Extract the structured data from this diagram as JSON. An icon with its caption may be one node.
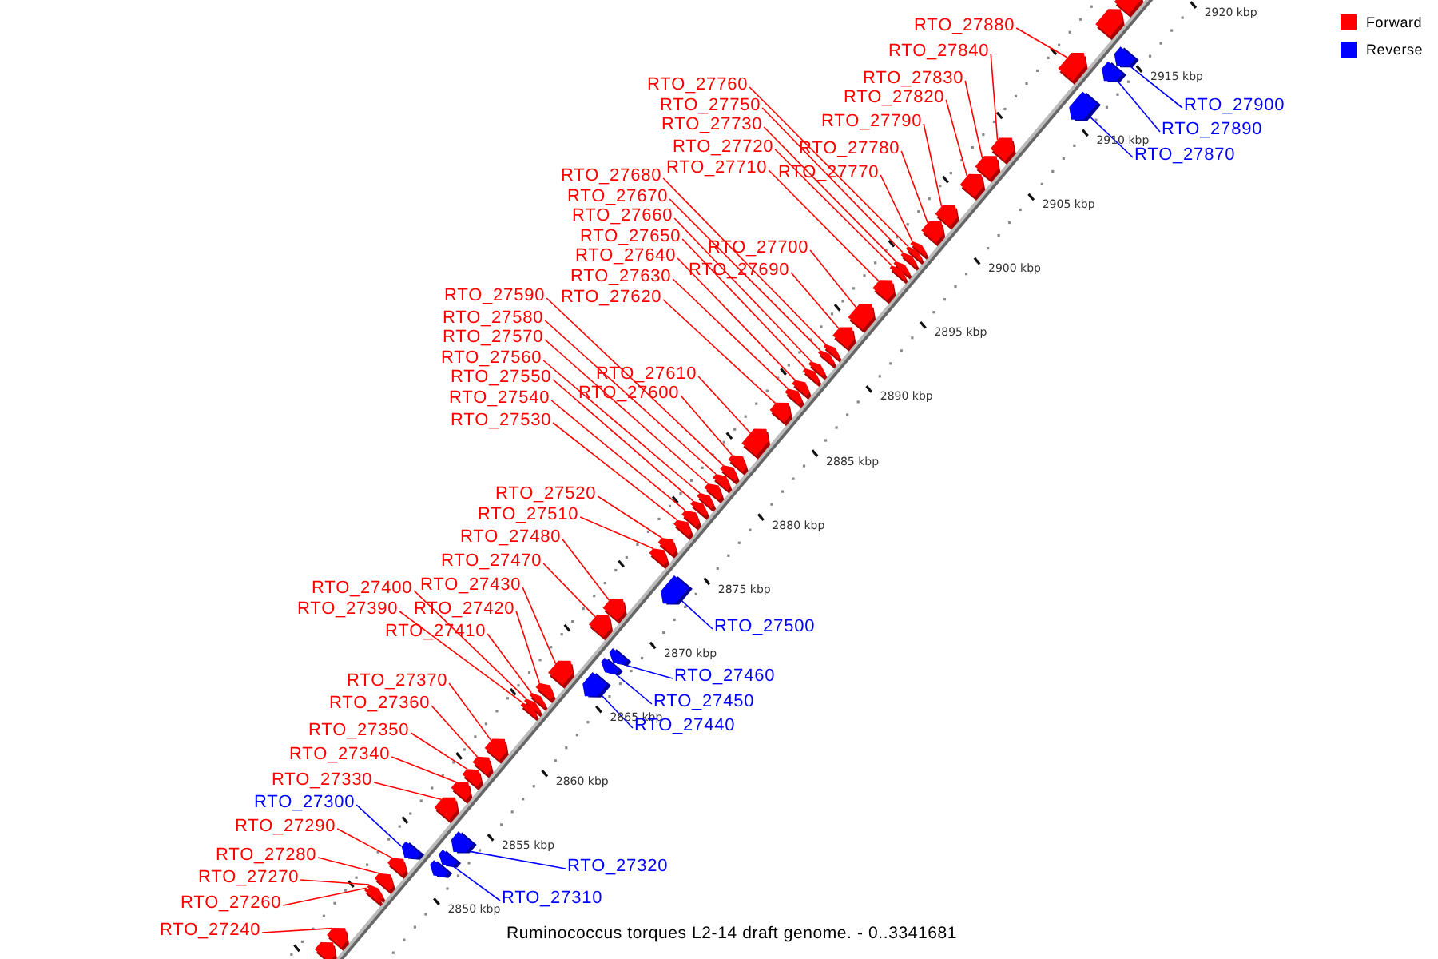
{
  "diagram": {
    "caption": "Ruminococcus torques L2-14 draft genome. - 0..3341681",
    "nodes": [
      {
        "text": [
          "RTO_27880"
        ]
      },
      {
        "text": [
          "RTO_27840"
        ]
      },
      {
        "text": [
          "RTO_27830"
        ]
      },
      {
        "text": [
          "RTO_27760"
        ]
      },
      {
        "text": [
          "RTO_27820"
        ]
      },
      {
        "text": [
          "RTO_27900"
        ]
      },
      {
        "text": [
          "RTO_27750"
        ]
      },
      {
        "text": [
          "RTO_27790"
        ]
      },
      {
        "text": [
          "RTO_27730"
        ]
      },
      {
        "text": [
          "RTO_27890"
        ]
      },
      {
        "text": [
          "RTO_27720"
        ]
      },
      {
        "text": [
          "RTO_27780"
        ]
      },
      {
        "text": [
          "RTO_27870"
        ]
      },
      {
        "text": [
          "RTO_27710"
        ]
      },
      {
        "text": [
          "RTO_27770"
        ]
      },
      {
        "text": [
          "RTO_27680"
        ]
      },
      {
        "text": [
          "RTO_27670"
        ]
      },
      {
        "text": [
          "RTO_27660"
        ]
      },
      {
        "text": [
          "RTO_27650"
        ]
      },
      {
        "text": [
          "RTO_27700"
        ]
      },
      {
        "text": [
          "RTO_27640"
        ]
      },
      {
        "text": [
          "RTO_27690"
        ]
      },
      {
        "text": [
          "RTO_27630"
        ]
      },
      {
        "text": [
          "RTO_27590"
        ]
      },
      {
        "text": [
          "RTO_27620"
        ]
      },
      {
        "text": [
          "RTO_27580"
        ]
      },
      {
        "text": [
          "RTO_27570"
        ]
      },
      {
        "text": [
          "RTO_27560"
        ]
      },
      {
        "text": [
          "RTO_27610"
        ]
      },
      {
        "text": [
          "RTO_27550"
        ]
      },
      {
        "text": [
          "RTO_27600"
        ]
      },
      {
        "text": [
          "RTO_27540"
        ]
      },
      {
        "text": [
          "RTO_27530"
        ]
      },
      {
        "text": [
          "RTO_27520"
        ]
      },
      {
        "text": [
          "RTO_27510"
        ]
      },
      {
        "text": [
          "RTO_27480"
        ]
      },
      {
        "text": [
          "RTO_27470"
        ]
      },
      {
        "text": [
          "RTO_27430"
        ]
      },
      {
        "text": [
          "RTO_27400"
        ]
      },
      {
        "text": [
          "RTO_27390"
        ]
      },
      {
        "text": [
          "RTO_27420"
        ]
      },
      {
        "text": [
          "RTO_27500"
        ]
      },
      {
        "text": [
          "RTO_27410"
        ]
      },
      {
        "text": [
          "RTO_27460"
        ]
      },
      {
        "text": [
          "RTO_27370"
        ]
      },
      {
        "text": [
          "RTO_27450"
        ]
      },
      {
        "text": [
          "RTO_27360"
        ]
      },
      {
        "text": [
          "RTO_27440"
        ]
      },
      {
        "text": [
          "RTO_27350"
        ]
      },
      {
        "text": [
          "RTO_27340"
        ]
      },
      {
        "text": [
          "RTO_27330"
        ]
      },
      {
        "text": [
          "RTO_27300"
        ]
      },
      {
        "text": [
          "RTO_27290"
        ]
      },
      {
        "text": [
          "RTO_27280"
        ]
      },
      {
        "text": [
          "RTO_27270"
        ]
      },
      {
        "text": [
          "RTO_27320"
        ]
      },
      {
        "text": [
          "RTO_27310"
        ]
      },
      {
        "text": [
          "RTO_27260"
        ]
      },
      {
        "text": [
          "RTO_27240"
        ]
      },
      {
        "text": [],
        "shape": "arrow"
      },
      {
        "text": [],
        "shape": "arrow"
      },
      {
        "text": [],
        "shape": "arrow"
      },
      {
        "text": [],
        "shape": "arrow"
      },
      {
        "text": [],
        "shape": "arrow"
      },
      {
        "text": [],
        "shape": "arrow"
      },
      {
        "text": [],
        "shape": "arrow"
      },
      {
        "text": [],
        "shape": "arrow"
      },
      {
        "text": [],
        "shape": "arrow"
      },
      {
        "text": [],
        "shape": "arrow"
      },
      {
        "text": [],
        "shape": "arrow"
      },
      {
        "text": [],
        "shape": "arrow"
      },
      {
        "text": [],
        "shape": "arrow"
      },
      {
        "text": [],
        "shape": "arrow"
      },
      {
        "text": [],
        "shape": "arrow"
      },
      {
        "text": [],
        "shape": "arrow"
      },
      {
        "text": [],
        "shape": "arrow"
      },
      {
        "text": [],
        "shape": "arrow"
      },
      {
        "text": [],
        "shape": "arrow"
      },
      {
        "text": [],
        "shape": "arrow"
      },
      {
        "text": [],
        "shape": "arrow"
      },
      {
        "text": [],
        "shape": "arrow"
      },
      {
        "text": [],
        "shape": "arrow"
      },
      {
        "text": [],
        "shape": "arrow"
      },
      {
        "text": [],
        "shape": "arrow"
      },
      {
        "text": [],
        "shape": "arrow"
      },
      {
        "text": [],
        "shape": "arrow"
      },
      {
        "text": [],
        "shape": "arrow"
      },
      {
        "text": [],
        "shape": "arrow"
      },
      {
        "text": [],
        "shape": "arrow"
      },
      {
        "text": [],
        "shape": "arrow"
      },
      {
        "text": [],
        "shape": "arrow"
      },
      {
        "text": [],
        "shape": "arrow"
      },
      {
        "text": [],
        "shape": "arrow"
      },
      {
        "text": [],
        "shape": "arrow"
      },
      {
        "text": [],
        "shape": "arrow"
      },
      {
        "text": [],
        "shape": "arrow"
      },
      {
        "text": [],
        "shape": "arrow"
      },
      {
        "text": [],
        "shape": "arrow"
      },
      {
        "text": [],
        "shape": "arrow"
      },
      {
        "text": [],
        "shape": "arrow"
      },
      {
        "text": [],
        "shape": "arrow"
      },
      {
        "text": [],
        "shape": "arrow"
      },
      {
        "text": [],
        "shape": "arrow"
      },
      {
        "text": [],
        "shape": "arrow"
      },
      {
        "text": [],
        "shape": "arrow"
      },
      {
        "text": [],
        "shape": "arrow"
      },
      {
        "text": [],
        "shape": "arrow"
      },
      {
        "text": [],
        "shape": "arrow"
      },
      {
        "text": [],
        "shape": "arrow"
      },
      {
        "text": [],
        "shape": "arrow"
      },
      {
        "text": [],
        "shape": "arrow"
      },
      {
        "text": [],
        "shape": "arrow"
      },
      {
        "text": [],
        "shape": "arrow"
      },
      {
        "text": [],
        "shape": "arrow"
      },
      {
        "text": [],
        "shape": "arrow"
      },
      {
        "text": [],
        "shape": "arrow"
      },
      {
        "text": [],
        "shape": "arrow"
      },
      {
        "text": [],
        "shape": "arrow"
      },
      {
        "text": [],
        "shape": "arrow"
      },
      {
        "text": [],
        "shape": "arrow"
      },
      {
        "text": [],
        "shape": "arrow"
      },
      {
        "text": [],
        "shape": "arrow"
      }
    ],
    "edges": [
      {
        "from": 0,
        "to": 59,
        "arrow": "none"
      },
      {
        "from": 1,
        "to": 60,
        "arrow": "none"
      },
      {
        "from": 2,
        "to": 61,
        "arrow": "none"
      },
      {
        "from": 3,
        "to": 62,
        "arrow": "none"
      },
      {
        "from": 4,
        "to": 63,
        "arrow": "none"
      },
      {
        "from": 5,
        "to": 64,
        "arrow": "none",
        "color": "#0000ff"
      },
      {
        "from": 6,
        "to": 65,
        "arrow": "none"
      },
      {
        "from": 7,
        "to": 66,
        "arrow": "none"
      },
      {
        "from": 8,
        "to": 67,
        "arrow": "none"
      },
      {
        "from": 9,
        "to": 68,
        "arrow": "none",
        "color": "#0000ff"
      },
      {
        "from": 10,
        "to": 69,
        "arrow": "none"
      },
      {
        "from": 11,
        "to": 70,
        "arrow": "none"
      },
      {
        "from": 12,
        "to": 71,
        "arrow": "none",
        "color": "#0000ff"
      },
      {
        "from": 13,
        "to": 72,
        "arrow": "none"
      },
      {
        "from": 14,
        "to": 73,
        "arrow": "none"
      },
      {
        "from": 15,
        "to": 74,
        "arrow": "none"
      },
      {
        "from": 16,
        "to": 75,
        "arrow": "none"
      },
      {
        "from": 17,
        "to": 76,
        "arrow": "none"
      },
      {
        "from": 18,
        "to": 77,
        "arrow": "none"
      },
      {
        "from": 19,
        "to": 78,
        "arrow": "none"
      },
      {
        "from": 20,
        "to": 79,
        "arrow": "none"
      },
      {
        "from": 21,
        "to": 80,
        "arrow": "none"
      },
      {
        "from": 22,
        "to": 81,
        "arrow": "none"
      },
      {
        "from": 23,
        "to": 82,
        "arrow": "none"
      },
      {
        "from": 24,
        "to": 83,
        "arrow": "none"
      },
      {
        "from": 25,
        "to": 84,
        "arrow": "none"
      },
      {
        "from": 26,
        "to": 85,
        "arrow": "none"
      },
      {
        "from": 27,
        "to": 86,
        "arrow": "none"
      },
      {
        "from": 28,
        "to": 87,
        "arrow": "none"
      },
      {
        "from": 29,
        "to": 88,
        "arrow": "none"
      },
      {
        "from": 30,
        "to": 89,
        "arrow": "none"
      },
      {
        "from": 31,
        "to": 90,
        "arrow": "none"
      },
      {
        "from": 32,
        "to": 91,
        "arrow": "none"
      },
      {
        "from": 33,
        "to": 92,
        "arrow": "none"
      },
      {
        "from": 34,
        "to": 93,
        "arrow": "none"
      },
      {
        "from": 35,
        "to": 94,
        "arrow": "none"
      },
      {
        "from": 36,
        "to": 95,
        "arrow": "none"
      },
      {
        "from": 37,
        "to": 96,
        "arrow": "none"
      },
      {
        "from": 38,
        "to": 97,
        "arrow": "none"
      },
      {
        "from": 39,
        "to": 98,
        "arrow": "none"
      },
      {
        "from": 40,
        "to": 99,
        "arrow": "none"
      },
      {
        "from": 41,
        "to": 100,
        "arrow": "none",
        "color": "#0000ff"
      },
      {
        "from": 42,
        "to": 101,
        "arrow": "none"
      },
      {
        "from": 43,
        "to": 102,
        "arrow": "none",
        "color": "#0000ff"
      },
      {
        "from": 44,
        "to": 103,
        "arrow": "none"
      },
      {
        "from": 45,
        "to": 104,
        "arrow": "none",
        "color": "#0000ff"
      },
      {
        "from": 46,
        "to": 105,
        "arrow": "none"
      },
      {
        "from": 47,
        "to": 106,
        "arrow": "none",
        "color": "#0000ff"
      },
      {
        "from": 48,
        "to": 107,
        "arrow": "none"
      },
      {
        "from": 49,
        "to": 108,
        "arrow": "none"
      },
      {
        "from": 50,
        "to": 109,
        "arrow": "none"
      },
      {
        "from": 51,
        "to": 110,
        "arrow": "none",
        "color": "#0000ff"
      },
      {
        "from": 52,
        "to": 111,
        "arrow": "none"
      },
      {
        "from": 53,
        "to": 112,
        "arrow": "none"
      },
      {
        "from": 54,
        "to": 113,
        "arrow": "none"
      },
      {
        "from": 55,
        "to": 114,
        "arrow": "none",
        "color": "#0000ff"
      },
      {
        "from": 56,
        "to": 115,
        "arrow": "none",
        "color": "#0000ff"
      },
      {
        "from": 57,
        "to": 116,
        "arrow": "none"
      },
      {
        "from": 58,
        "to": 117,
        "arrow": "none"
      }
    ],
    "labels": [
      "2920 kbp",
      "2915 kbp",
      "2910 kbp",
      "2905 kbp",
      "2900 kbp",
      "2895 kbp",
      "2890 kbp",
      "2885 kbp",
      "2880 kbp",
      "2875 kbp",
      "2870 kbp",
      "2865 kbp",
      "2860 kbp",
      "2855 kbp",
      "2850 kbp"
    ],
    "legend": [
      {
        "text": "Forward",
        "color": "#ff0000"
      },
      {
        "text": "Reverse",
        "color": "#0000ff"
      }
    ]
  }
}
